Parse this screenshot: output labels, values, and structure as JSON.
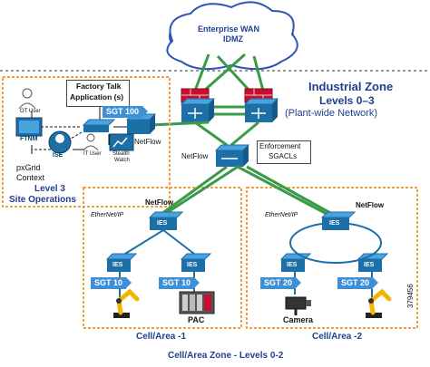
{
  "labels": {
    "wan_line1": "Enterprise WAN",
    "wan_line2": "IDMZ",
    "industrial_zone": "Industrial Zone",
    "levels": "Levels 0–3",
    "plantwide": "(Plant-wide Network)",
    "factory_talk_1": "Factory Talk",
    "factory_talk_2": "Application (s)",
    "ot_user": "OT User",
    "it_user": "IT User",
    "ftnm": "FTNM",
    "ise": "ISE",
    "stealth_1": "Stealth",
    "stealth_2": "Watch",
    "pxgrid_1": "pxGrid",
    "pxgrid_2": "Context",
    "level3_1": "Level 3",
    "level3_2": "Site Operations",
    "netflow": "NetFlow",
    "enforcement_1": "Enforcement",
    "enforcement_2": "SGACLs",
    "ethernet_ip": "EtherNet/IP",
    "ies": "IES",
    "pac": "PAC",
    "camera": "Camera",
    "cell_area_1": "Cell/Area -1",
    "cell_area_2": "Cell/Area -2",
    "cell_area_zone": "Cell/Area Zone - Levels 0-2",
    "figure_id": "379456"
  },
  "tags": {
    "sgt100": "SGT 100",
    "sgt10": "SGT 10",
    "sgt20": "SGT 20"
  },
  "colors": {
    "zone_border": "#f0a040",
    "link_green": "#3b9a48",
    "text_blue": "#1f3f8f",
    "switch_blue": "#1d6fa8",
    "router_red": "#c8102e",
    "tag_blue": "#3d8fd6"
  },
  "icons": [
    "cloud-icon",
    "firewall-icon",
    "router-icon",
    "switch-icon",
    "user-icon",
    "ftnm-icon",
    "ise-icon",
    "stealthwatch-icon",
    "server-icon",
    "robot-arm-icon",
    "pac-icon",
    "camera-icon"
  ]
}
